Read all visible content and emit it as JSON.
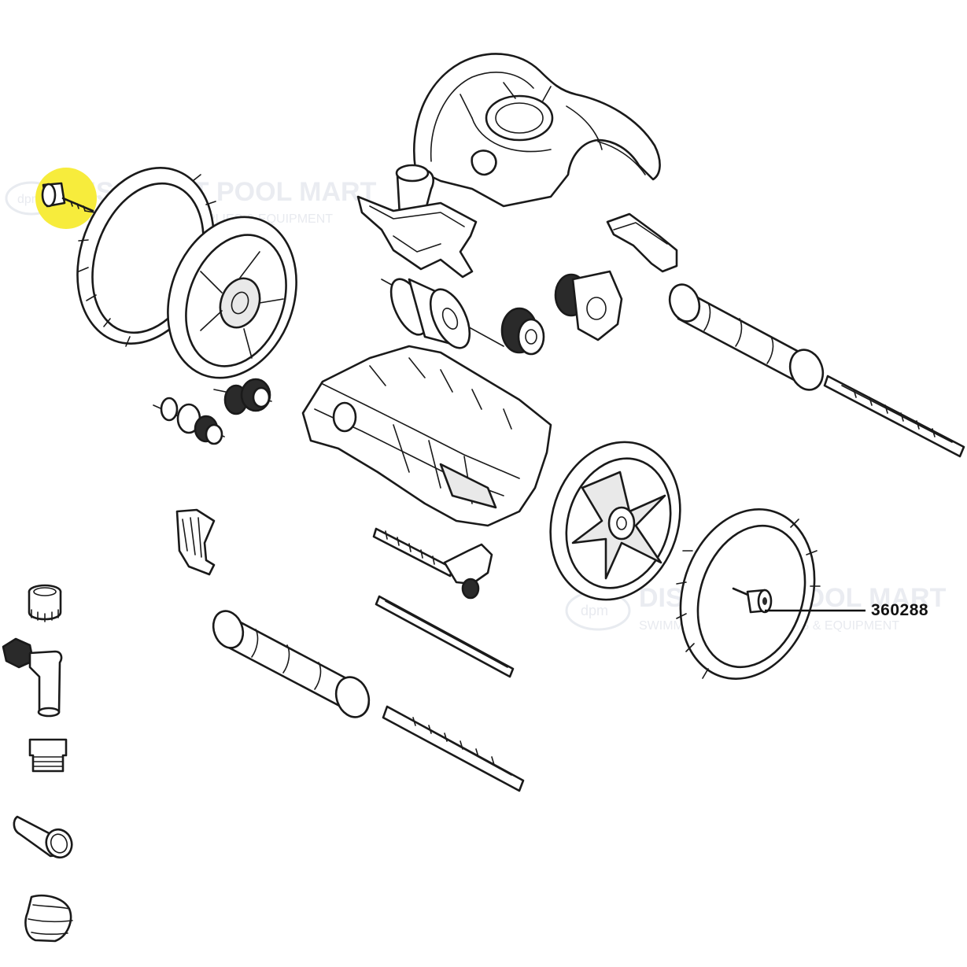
{
  "watermark": {
    "brand": "DISCOUNT POOL MART",
    "tagline": "SWIMMING POOL SUPPLIES & EQUIPMENT",
    "logo_text": "dpm"
  },
  "callout": {
    "part_number": "360288"
  },
  "colors": {
    "highlight": "#f7ec3c",
    "line": "#1a1a1a",
    "watermark": "#d9dde6"
  }
}
